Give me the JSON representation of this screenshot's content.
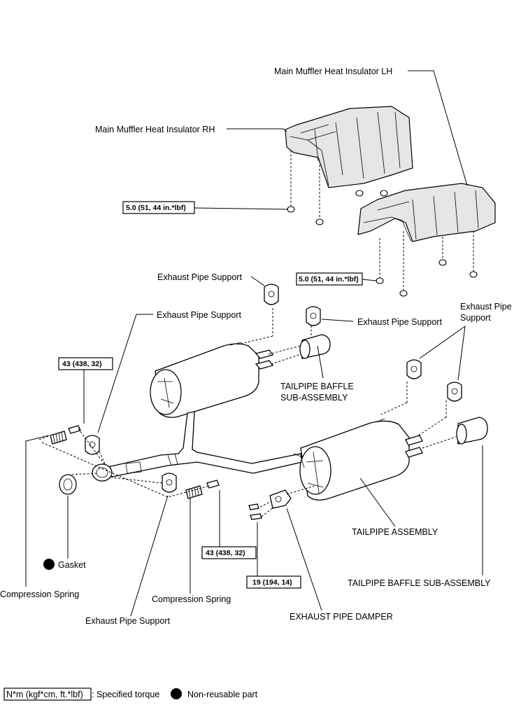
{
  "labels": {
    "heat_insulator_lh": "Main Muffler Heat Insulator LH",
    "heat_insulator_rh": "Main Muffler Heat Insulator RH",
    "exhaust_pipe_support_1": "Exhaust Pipe Support",
    "exhaust_pipe_support_2": "Exhaust Pipe Support",
    "exhaust_pipe_support_3": "Exhaust Pipe Support",
    "exhaust_pipe_support_4_line1": "Exhaust Pipe",
    "exhaust_pipe_support_4_line2": "Support",
    "exhaust_pipe_support_5": "Exhaust Pipe Support",
    "tailpipe_baffle_top_line1": "TAILPIPE BAFFLE",
    "tailpipe_baffle_top_line2": "SUB-ASSEMBLY",
    "tailpipe_assembly": "TAILPIPE ASSEMBLY",
    "tailpipe_baffle_bottom": "TAILPIPE BAFFLE SUB-ASSEMBLY",
    "exhaust_pipe_damper": "EXHAUST PIPE DAMPER",
    "gasket": "Gasket",
    "compression_spring_1": "Compression Spring",
    "compression_spring_2": "Compression Spring"
  },
  "torque": {
    "insulator_rh": "5.0 (51, 44 in.*lbf)",
    "insulator_lh": "5.0 (51, 44 in.*lbf)",
    "front_bolt_left": "43 (438, 32)",
    "front_bolt_right": "43 (438, 32)",
    "damper_bolt": "19 (194, 14)"
  },
  "legend": {
    "torque_unit": "N*m (kgf*cm, ft.*lbf)",
    "torque_desc": ": Specified torque",
    "nonreusable_desc": "Non-reusable part"
  }
}
